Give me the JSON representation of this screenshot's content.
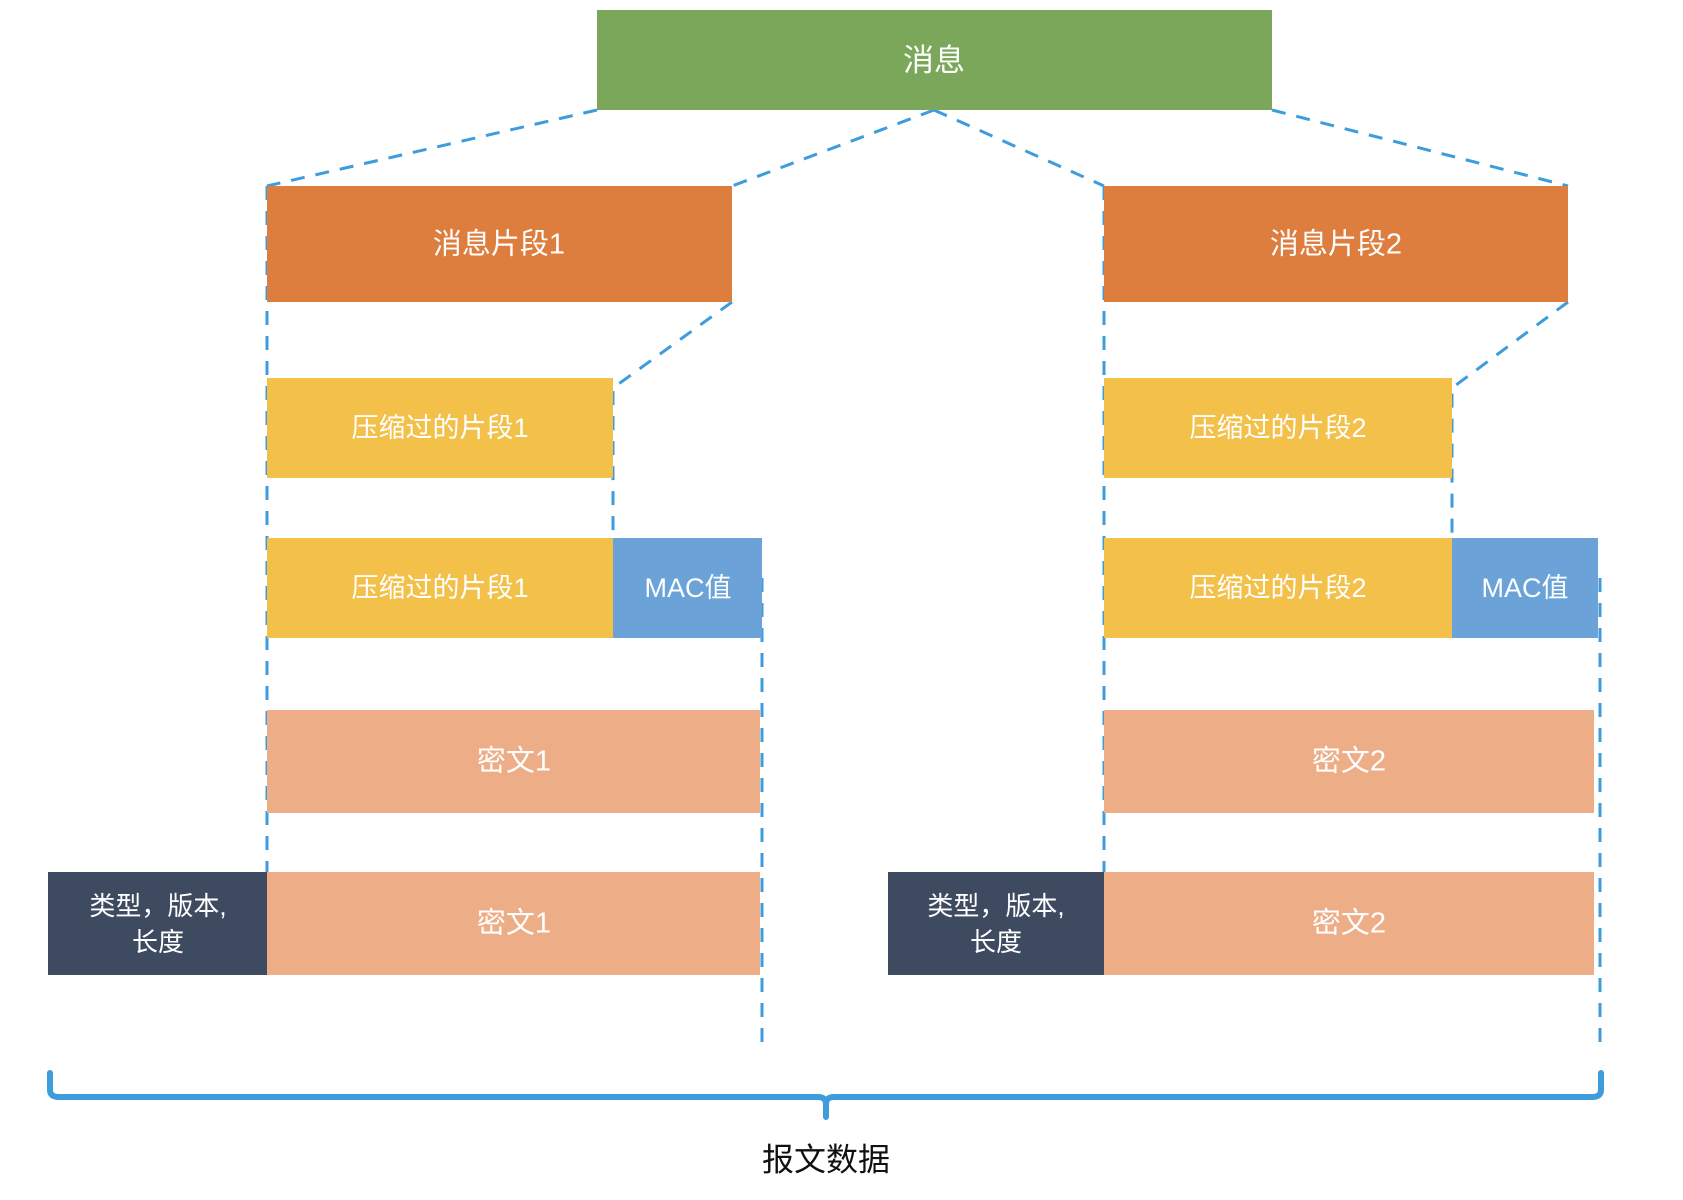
{
  "diagram": {
    "title_box": {
      "label": "消息",
      "color": "#7BA75B"
    },
    "caption": {
      "label": "报文数据"
    },
    "colors": {
      "green": "#7BA75B",
      "orange": "#DD7E3E",
      "yellow": "#F3C04A",
      "blue": "#6BA3D8",
      "peach": "#EDAE87",
      "navy": "#3E4A60",
      "connector": "#3E9BDC",
      "brace": "#3E9BDC",
      "text": "#FFFFFF",
      "caption_text": "#111111",
      "background": "#FFFFFF"
    },
    "columns": [
      {
        "name": "fragment-1",
        "rows": [
          {
            "name": "message-fragment",
            "cells": [
              {
                "label": "消息片段1",
                "color": "#DD7E3E"
              }
            ]
          },
          {
            "name": "compressed-fragment",
            "cells": [
              {
                "label": "压缩过的片段1",
                "color": "#F3C04A"
              }
            ]
          },
          {
            "name": "compressed-fragment-with-mac",
            "cells": [
              {
                "label": "压缩过的片段1",
                "color": "#F3C04A"
              },
              {
                "label": "MAC值",
                "color": "#6BA3D8"
              }
            ]
          },
          {
            "name": "ciphertext",
            "cells": [
              {
                "label": "密文1",
                "color": "#EDAE87"
              }
            ]
          },
          {
            "name": "record-with-header",
            "cells": [
              {
                "label": "类型，版本，长度",
                "color": "#3E4A60"
              },
              {
                "label": "密文1",
                "color": "#EDAE87"
              }
            ]
          }
        ]
      },
      {
        "name": "fragment-2",
        "rows": [
          {
            "name": "message-fragment",
            "cells": [
              {
                "label": "消息片段2",
                "color": "#DD7E3E"
              }
            ]
          },
          {
            "name": "compressed-fragment",
            "cells": [
              {
                "label": "压缩过的片段2",
                "color": "#F3C04A"
              }
            ]
          },
          {
            "name": "compressed-fragment-with-mac",
            "cells": [
              {
                "label": "压缩过的片段2",
                "color": "#F3C04A"
              },
              {
                "label": "MAC值",
                "color": "#6BA3D8"
              }
            ]
          },
          {
            "name": "ciphertext",
            "cells": [
              {
                "label": "密文2",
                "color": "#EDAE87"
              }
            ]
          },
          {
            "name": "record-with-header",
            "cells": [
              {
                "label": "类型，版本，长度",
                "color": "#3E4A60"
              },
              {
                "label": "密文2",
                "color": "#EDAE87"
              }
            ]
          }
        ]
      }
    ],
    "header_line1": "类型，版本,",
    "header_line2": "长度"
  }
}
